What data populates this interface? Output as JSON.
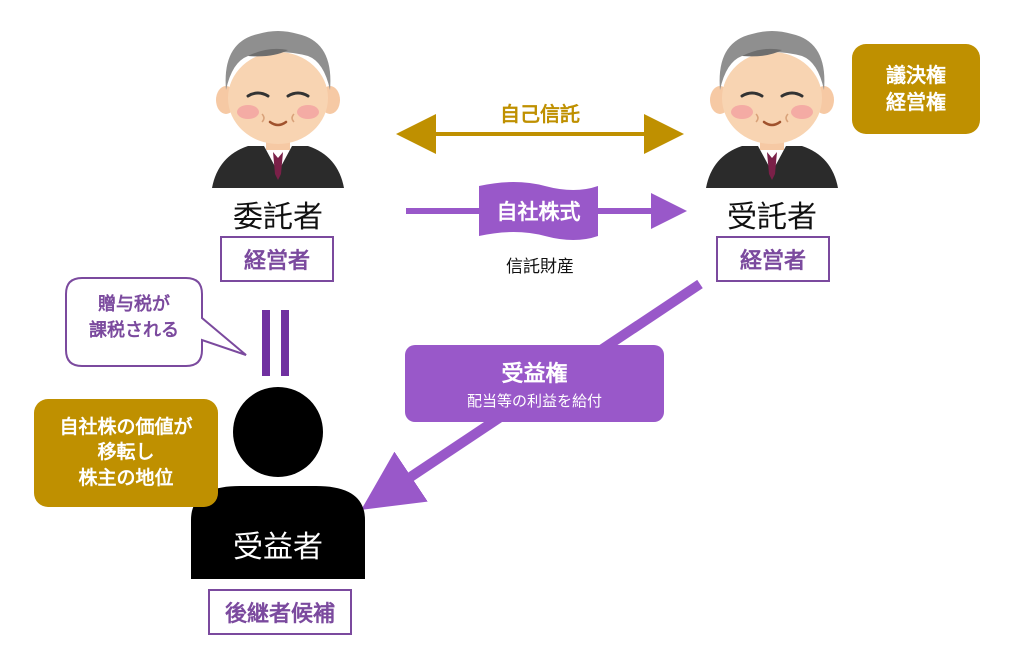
{
  "trustor": {
    "label": "委託者",
    "role": "経営者"
  },
  "trustee": {
    "label": "受託者",
    "role": "経営者"
  },
  "beneficiary": {
    "label": "受益者",
    "role": "後継者候補"
  },
  "self_trust": {
    "label": "自己信託"
  },
  "shares_flag": {
    "label": "自社株式",
    "caption": "信託財産"
  },
  "beneficial_right": {
    "title": "受益権",
    "subtitle": "配当等の利益を給付"
  },
  "voting_box": {
    "line1": "議決権",
    "line2": "経営権"
  },
  "tax_bubble": {
    "line1": "贈与税が",
    "line2": "課税される"
  },
  "value_box": {
    "line1": "自社株の価値が",
    "line2": "移転し",
    "line3": "株主の地位"
  },
  "colors": {
    "gold": "#bf9000",
    "purple": "#9958c9",
    "purple_dark": "#7b4a9e",
    "black": "#000000"
  }
}
